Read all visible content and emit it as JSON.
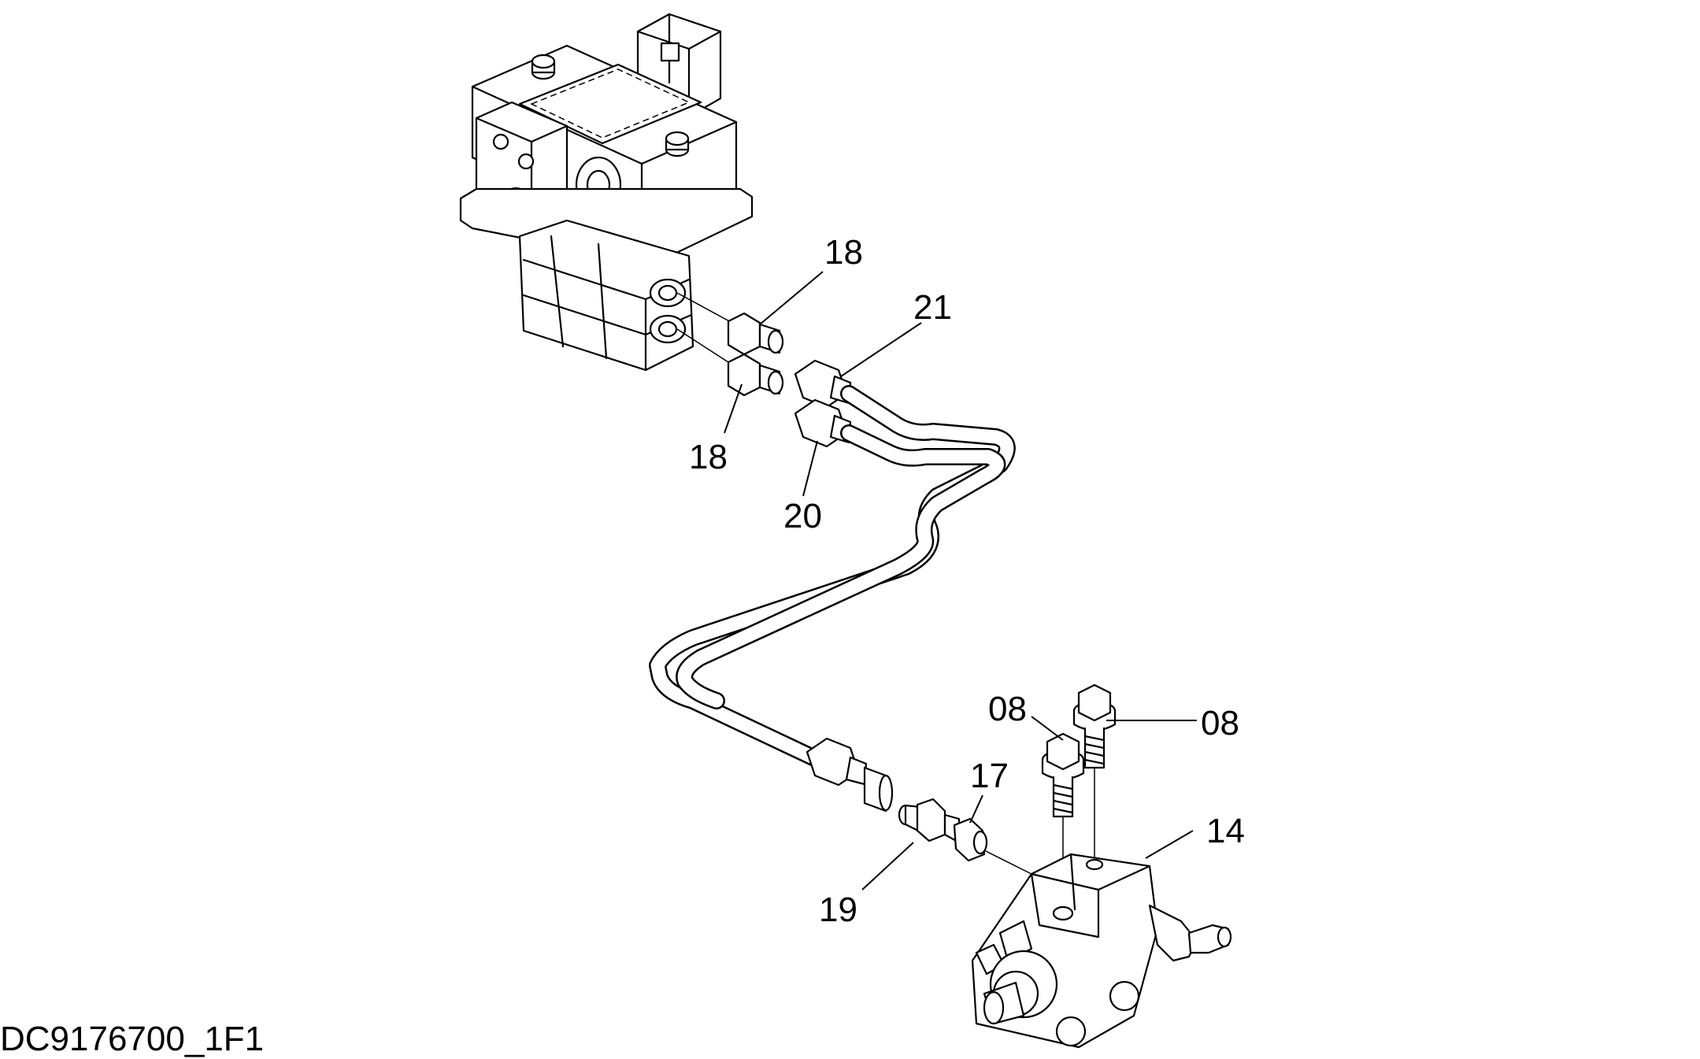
{
  "drawing_id": "DC9176700_1F1",
  "callouts": {
    "c18_top": "18",
    "c18_bottom": "18",
    "c21": "21",
    "c20": "20",
    "c08_left": "08",
    "c08_right": "08",
    "c17": "17",
    "c14": "14",
    "c19": "19"
  }
}
